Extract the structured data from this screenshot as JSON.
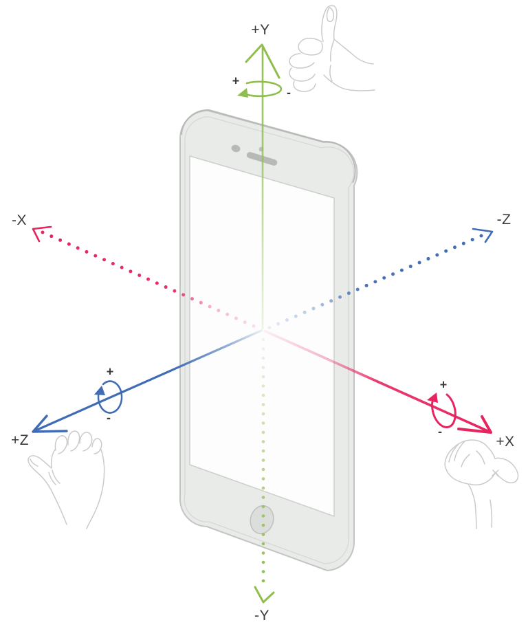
{
  "diagram": {
    "kind": "device-rotation-axes",
    "device": "smartphone",
    "axis_labels": {
      "y_pos": "+Y",
      "y_neg": "-Y",
      "x_pos": "+X",
      "x_neg": "-X",
      "z_pos": "+Z",
      "z_neg": "-Z"
    },
    "rotation_signs": {
      "y_plus": "+",
      "y_minus": "-",
      "z_plus": "+",
      "z_minus": "-",
      "x_plus": "+",
      "x_minus": "-"
    },
    "colors": {
      "x_axis": "#e6245f",
      "y_axis": "#8fbe4f",
      "z_axis": "#3f6cb5",
      "label_text": "#3b3b3d",
      "device_fill": "#e9ebe9",
      "device_outline": "#c3c5c3",
      "hand_outline": "#c9cbc9"
    },
    "icons": {
      "top_right": "thumbs-up-hand",
      "bottom_left": "grasping-hand",
      "bottom_right": "fist-thumb-hand",
      "center": "smartphone"
    }
  }
}
